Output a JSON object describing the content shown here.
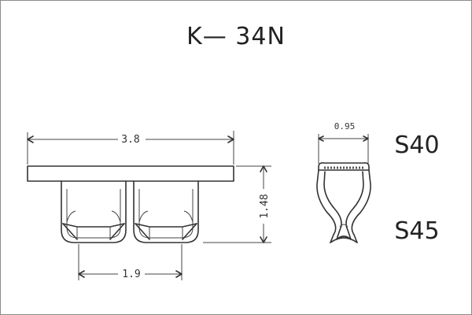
{
  "title": "K— 34N",
  "dimensions": {
    "overall_width": "3.8",
    "pitch": "1.9",
    "height": "1.48",
    "thickness": "0.95"
  },
  "sizes": {
    "top": "S40",
    "bottom": "S45"
  }
}
